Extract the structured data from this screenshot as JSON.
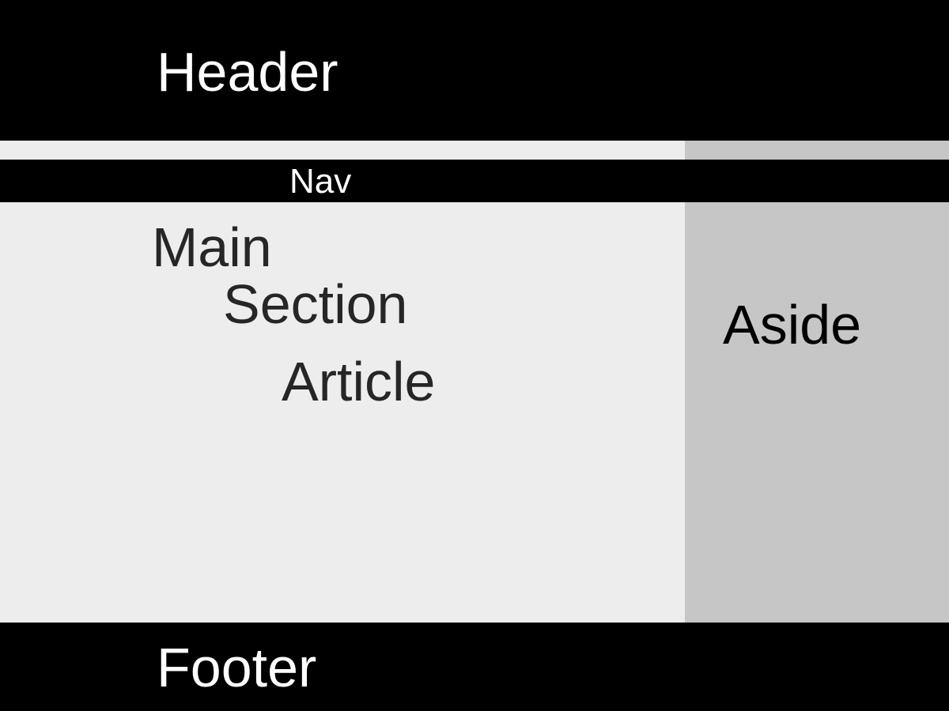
{
  "header": {
    "label": "Header",
    "bg_color": "#000000",
    "text_color": "#ffffff"
  },
  "nav": {
    "label": "Nav",
    "bg_color": "#000000",
    "text_color": "#ffffff"
  },
  "main": {
    "label": "Main",
    "bg_color": "#ededed",
    "text_color": "#262626",
    "section": {
      "label": "Section",
      "article": {
        "label": "Article"
      }
    }
  },
  "aside": {
    "label": "Aside",
    "bg_color": "#c6c6c6",
    "text_color": "#000000"
  },
  "footer": {
    "label": "Footer",
    "bg_color": "#000000",
    "text_color": "#ffffff"
  }
}
